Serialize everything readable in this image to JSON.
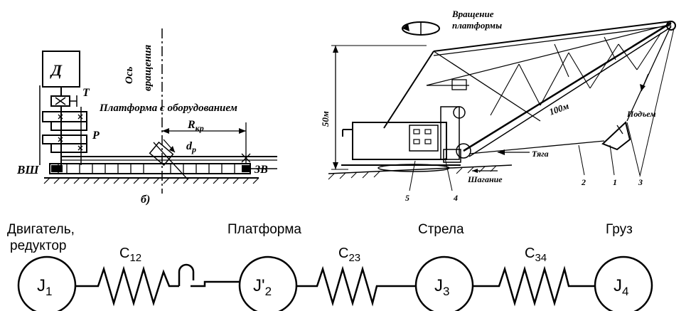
{
  "left_figure": {
    "motor_label": "Д",
    "brake_label": "T",
    "gear_label": "Р",
    "axis_label_1": "Ось",
    "axis_label_2": "вращения",
    "platform_label": "Платформа с оборудованием",
    "radius_label": "R",
    "radius_sub": "кр",
    "diameter_label": "d",
    "diameter_sub": "р",
    "ring_label": "ВШ",
    "gear_ring_label": "ЗВ",
    "figure_label": "б)"
  },
  "right_figure": {
    "rotation_label_1": "Вращение",
    "rotation_label_2": "платформы",
    "height_label": "50м",
    "boom_length_label": "100м",
    "lift_label": "Подъем",
    "drag_label": "Тяга",
    "walk_label": "Шагание",
    "part_numbers": [
      "2",
      "1",
      "3",
      "5",
      "4"
    ]
  },
  "model": {
    "labels": [
      "Двигатель,",
      "редуктор",
      "Платформа",
      "Стрела",
      "Груз"
    ],
    "masses": [
      {
        "main": "J",
        "sub": "1",
        "prime": ""
      },
      {
        "main": "J'",
        "sub": "2",
        "prime": ""
      },
      {
        "main": "J",
        "sub": "3",
        "prime": ""
      },
      {
        "main": "J",
        "sub": "4",
        "prime": ""
      }
    ],
    "springs": [
      {
        "main": "C",
        "sub": "12"
      },
      {
        "main": "C",
        "sub": "23"
      },
      {
        "main": "C",
        "sub": "34"
      }
    ]
  }
}
